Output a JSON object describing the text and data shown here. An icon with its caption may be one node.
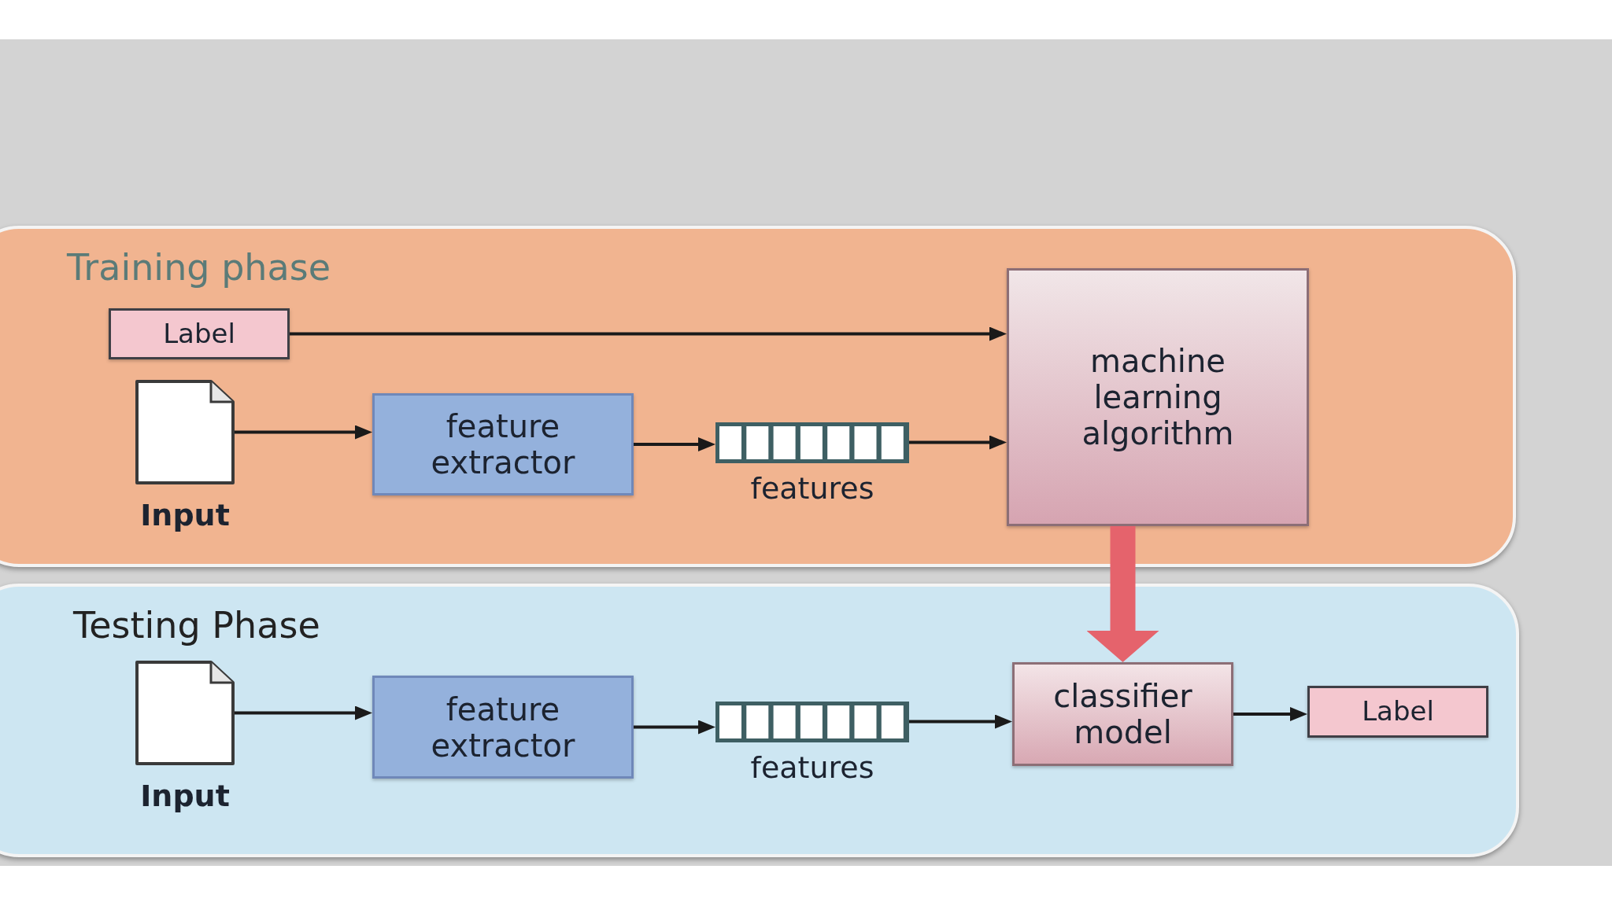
{
  "diagram": {
    "nodes": [
      {
        "text": [
          "Training phase"
        ]
      },
      {
        "text": [
          "Label"
        ],
        "in": 0
      },
      {
        "text": [
          "Input"
        ],
        "in": 0
      },
      {
        "text": [
          "feature extractor"
        ],
        "in": 0
      },
      {
        "text": [
          "features"
        ],
        "in": 0
      },
      {
        "text": [
          "machine learning algorithm"
        ],
        "in": 0
      },
      {
        "text": [
          "Testing Phase"
        ]
      },
      {
        "text": [
          "Input"
        ],
        "in": 6
      },
      {
        "text": [
          "feature extractor"
        ],
        "in": 6
      },
      {
        "text": [
          "features"
        ],
        "in": 6
      },
      {
        "text": [
          "classifier model"
        ],
        "in": 6
      },
      {
        "text": [
          "Label"
        ],
        "in": 6
      }
    ],
    "edges": [
      {
        "from": 1,
        "to": 5,
        "arrow": "to"
      },
      {
        "from": 2,
        "to": 3,
        "arrow": "to"
      },
      {
        "from": 3,
        "to": 4,
        "arrow": "to"
      },
      {
        "from": 4,
        "to": 5,
        "arrow": "to"
      },
      {
        "from": 5,
        "to": 10,
        "arrow": "to",
        "style": "thick",
        "color": "#e5636c"
      },
      {
        "from": 7,
        "to": 8,
        "arrow": "to"
      },
      {
        "from": 8,
        "to": 9,
        "arrow": "to"
      },
      {
        "from": 9,
        "to": 10,
        "arrow": "to"
      },
      {
        "from": 10,
        "to": 11,
        "arrow": "to"
      }
    ]
  }
}
